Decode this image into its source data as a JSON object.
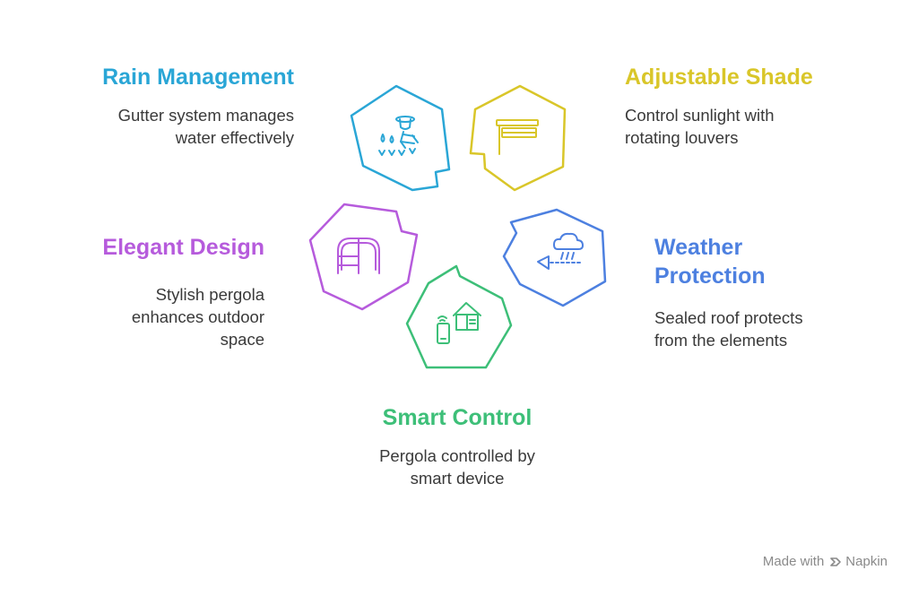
{
  "colors": {
    "rain": "#2aa6d6",
    "shade": "#d9c629",
    "elegant": "#b65bdc",
    "weather": "#4d80e0",
    "smart": "#3dbf78"
  },
  "features": {
    "rain": {
      "title": "Rain Management",
      "desc_lines": [
        "Gutter system manages",
        "water effectively"
      ],
      "icon": "gardener-watering-icon"
    },
    "shade": {
      "title": "Adjustable Shade",
      "desc_lines": [
        "Control sunlight with",
        "rotating louvers"
      ],
      "icon": "louver-shade-icon"
    },
    "elegant": {
      "title": "Elegant Design",
      "desc_lines": [
        "Stylish pergola",
        "enhances outdoor",
        "space"
      ],
      "icon": "pergola-arch-icon"
    },
    "weather": {
      "title_lines": [
        "Weather",
        "Protection"
      ],
      "desc_lines": [
        "Sealed roof protects",
        "from the elements"
      ],
      "icon": "rain-cloud-shield-icon"
    },
    "smart": {
      "title": "Smart Control",
      "desc_lines": [
        "Pergola controlled by",
        "smart device"
      ],
      "icon": "smart-home-phone-icon"
    }
  },
  "watermark": {
    "text": "Made with",
    "brand": "Napkin",
    "icon": "napkin-logo-icon"
  }
}
